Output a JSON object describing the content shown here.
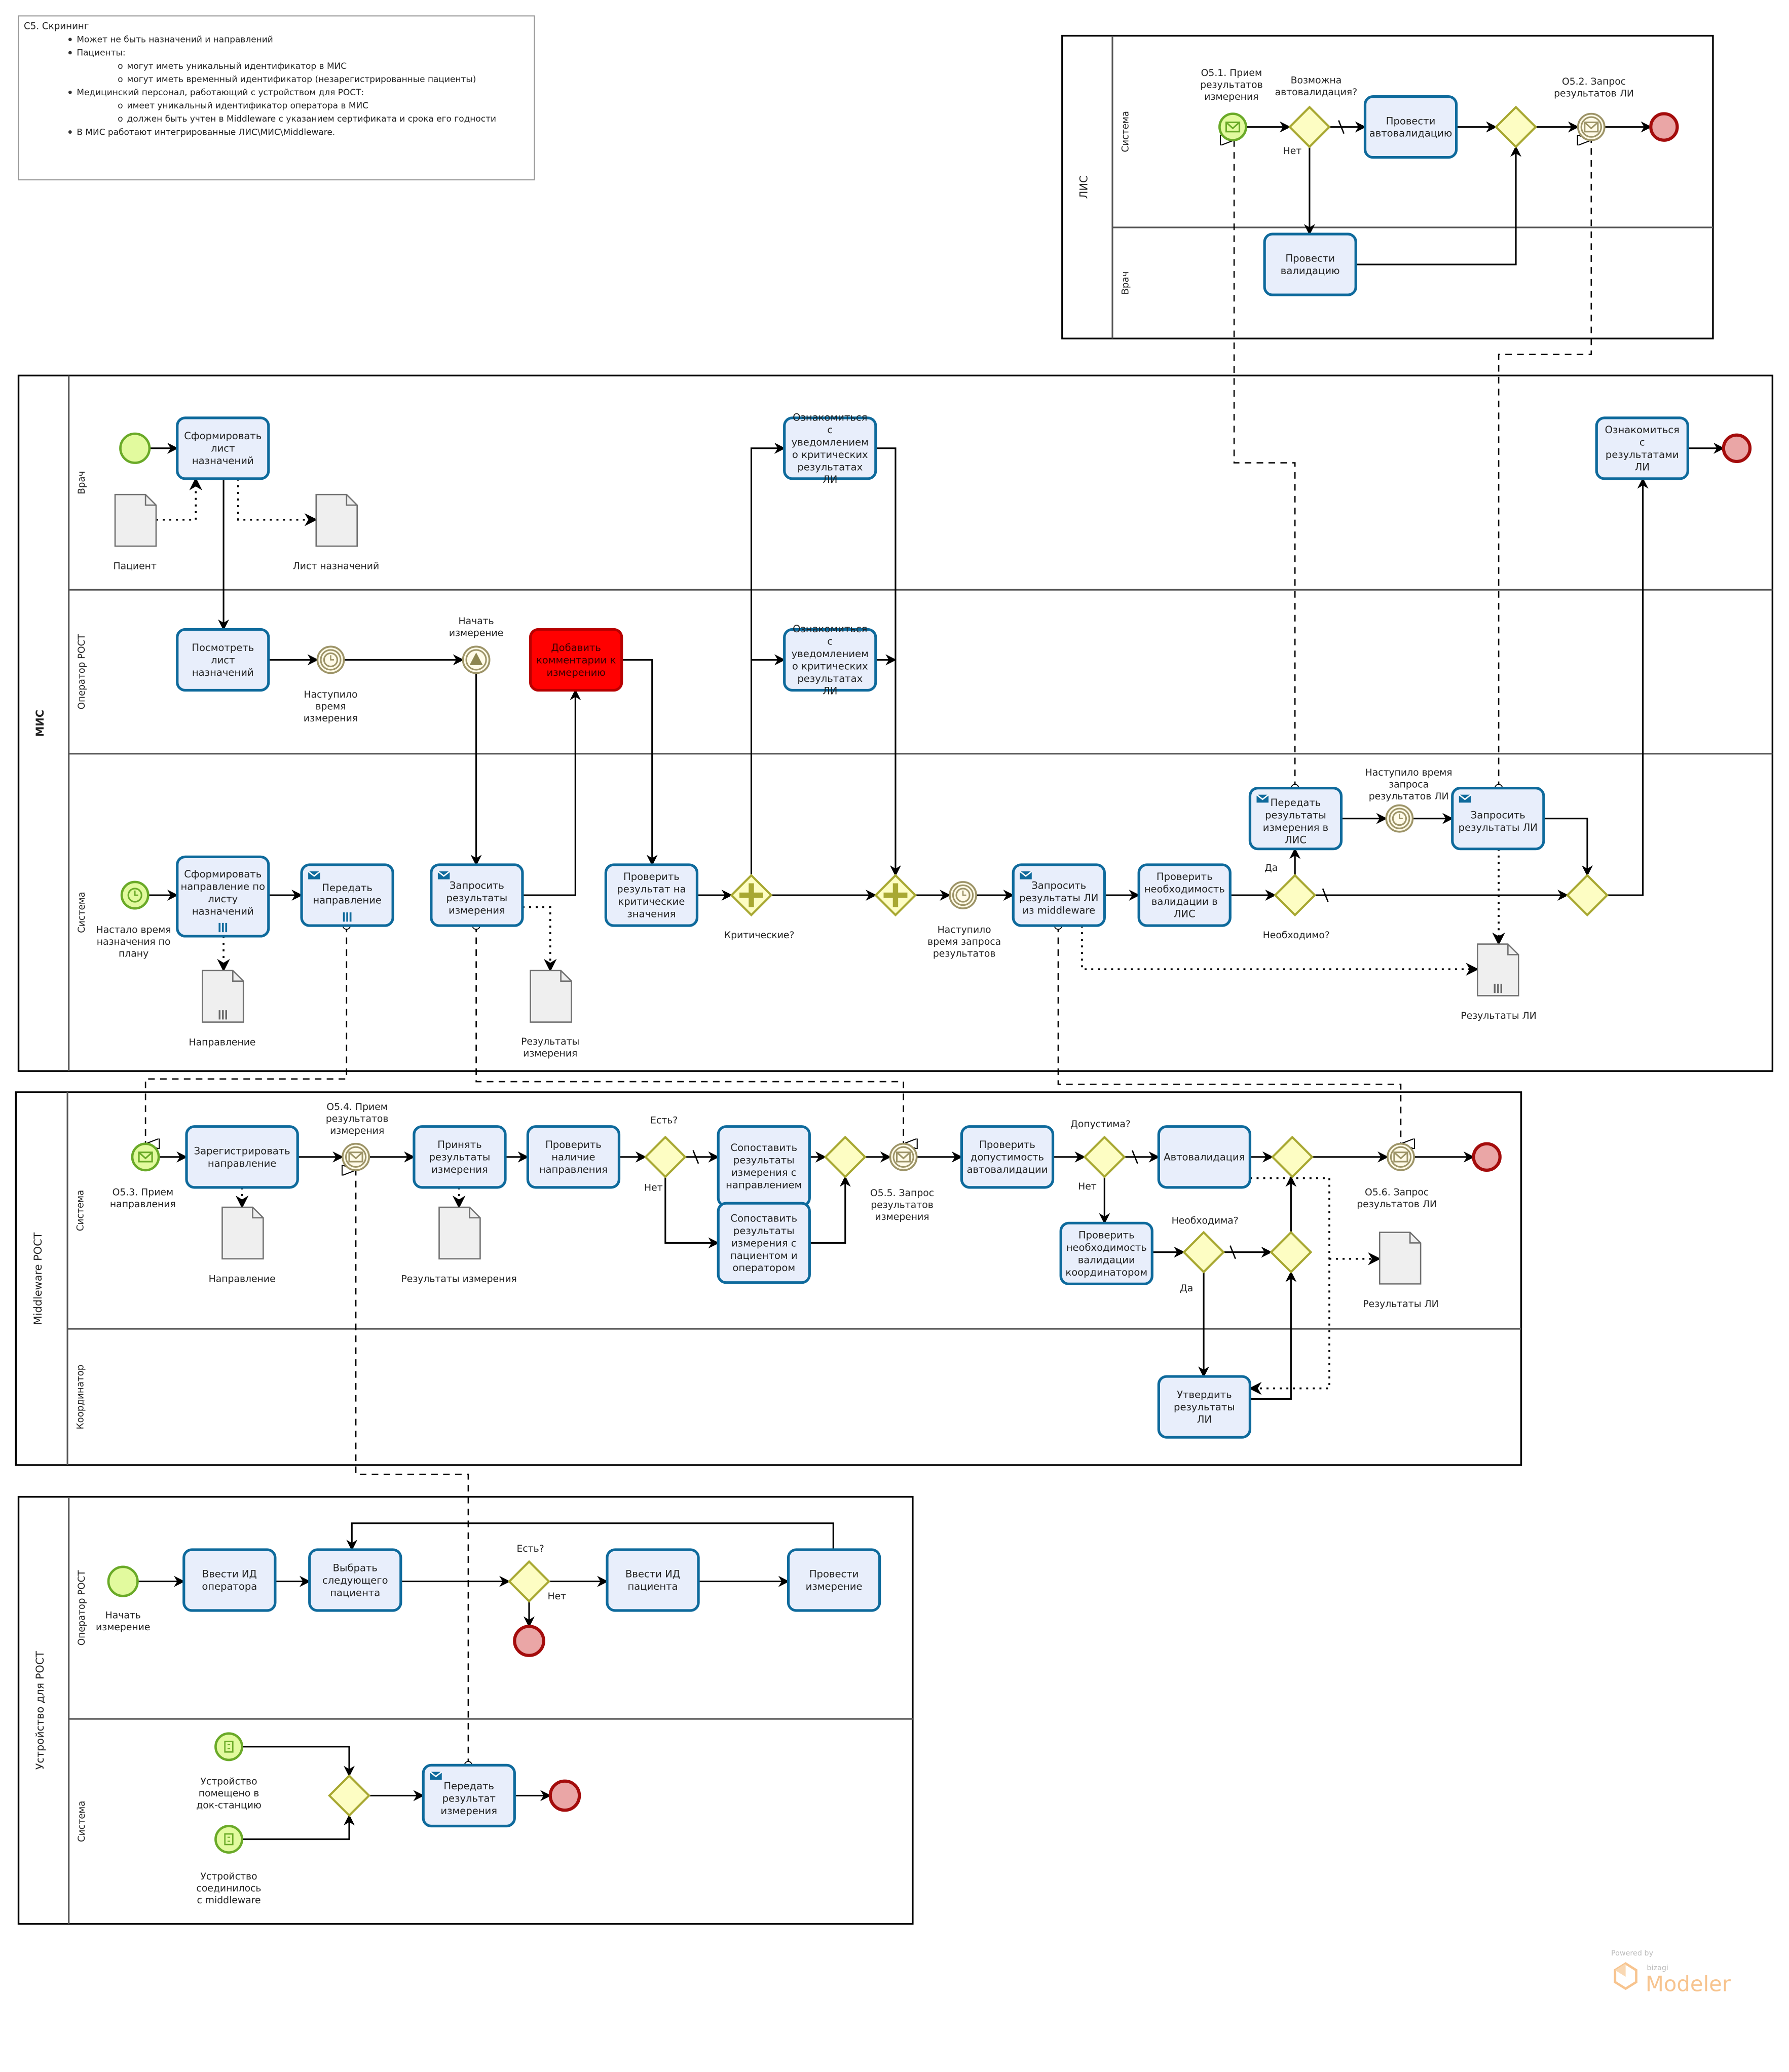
{
  "note": {
    "title": "С5. Скрининг",
    "bullets": [
      {
        "level": 1,
        "text": "Может не быть назначений и направлений"
      },
      {
        "level": 1,
        "text": "Пациенты:"
      },
      {
        "level": 2,
        "text": "могут иметь уникальный идентификатор в МИС"
      },
      {
        "level": 2,
        "text": "могут иметь временный идентификатор (незарегистрированные пациенты)"
      },
      {
        "level": 1,
        "text": "Медицинский персонал, работающий с устройством для РОСТ:"
      },
      {
        "level": 2,
        "text": "имеет уникальный идентификатор оператора в МИС"
      },
      {
        "level": 2,
        "text": "должен быть учтен в Middleware с указанием сертификата и срока его годности"
      },
      {
        "level": 1,
        "text": "В МИС работают интегрированные ЛИС\\МИС\\Middleware."
      }
    ]
  },
  "pools": {
    "lis": {
      "name": "ЛИС",
      "lanes": [
        "Система",
        "Врач"
      ]
    },
    "mis": {
      "name": "МИС",
      "lanes": [
        "Врач",
        "Оператор РОСТ",
        "Система"
      ]
    },
    "mw": {
      "name": "Middleware РОСТ",
      "lanes": [
        "Система",
        "Координатор"
      ]
    },
    "dev": {
      "name": "Устройство для РОСТ",
      "lanes": [
        "Оператор РОСТ",
        "Система"
      ]
    }
  },
  "tasks": {
    "lis_autoval": "Провести автовалидацию",
    "lis_val": "Провести валидацию",
    "mis_form_list": "Сформировать лист назначений",
    "mis_view_list": "Посмотреть лист назначений",
    "mis_add_comment": "Добавить комментарии к измерению",
    "mis_notify_doc": "Ознакомиться с уведомлением о критических результатах ЛИ",
    "mis_notify_op": "Ознакомиться с уведомлением о критических результатах ЛИ",
    "mis_read_results": "Ознакомиться с результатами ЛИ",
    "mis_form_dir": "Сформировать направление по листу назначений",
    "mis_send_dir": "Передать направление",
    "mis_req_meas": "Запросить результаты измерения",
    "mis_check_crit": "Проверить результат на критические значения",
    "mis_req_li_mw": "Запросить результаты ЛИ из middleware",
    "mis_check_val": "Проверить необходимость валидации в ЛИС",
    "mis_send_lis": "Передать результаты измерения в ЛИС",
    "mis_req_li": "Запросить результаты ЛИ",
    "mw_register": "Зарегистрировать направление",
    "mw_accept": "Принять результаты измерения",
    "mw_check_dir": "Проверить наличие направления",
    "mw_match_dir": "Сопоставить результаты измерения с направлением",
    "mw_match_pat": "Сопоставить результаты измерения с пациентом и оператором",
    "mw_check_auto": "Проверить допустимость автовалидации",
    "mw_autoval": "Автовалидация",
    "mw_check_coord": "Проверить необходимость валидации координатором",
    "mw_approve": "Утвердить результаты ЛИ",
    "dev_enter_op": "Ввести ИД оператора",
    "dev_select": "Выбрать следующего пациента",
    "dev_enter_pat": "Ввести ИД пациента",
    "dev_measure": "Провести измерение",
    "dev_send": "Передать результат измерения"
  },
  "labels": {
    "lis_recv": "О5.1. Прием результатов измерения",
    "lis_gw_auto": "Возможна автовалидация?",
    "lis_no": "Нет",
    "lis_req": "О5.2. Запрос результатов ЛИ",
    "doc_patient": "Пациент",
    "doc_list": "Лист назначений",
    "timer_meas": "Наступило время измерения",
    "start_meas": "Начать измерение",
    "start_plan": "Настало время назначения по плану",
    "doc_dir": "Направление",
    "doc_meas": "Результаты измерения",
    "gw_crit": "Критические?",
    "timer_req": "Наступило время запроса результатов",
    "gw_need": "Необходимо?",
    "yes": "Да",
    "timer_req_li": "Наступило время запроса результатов ЛИ",
    "doc_li": "Результаты ЛИ",
    "mw_recv_dir": "О5.3. Прием направления",
    "mw_recv_meas": "О5.4. Прием результатов измерения",
    "mw_doc_dir": "Направление",
    "mw_doc_meas": "Результаты измерения",
    "mw_gw_exists": "Есть?",
    "mw_no": "Нет",
    "mw_req_meas": "О5.5. Запрос результатов измерения",
    "mw_gw_allowed": "Допустима?",
    "mw_no2": "Нет",
    "mw_gw_needed": "Необходима?",
    "mw_yes": "Да",
    "mw_req_li": "О5.6. Запрос результатов ЛИ",
    "mw_doc_li": "Результаты ЛИ",
    "dev_start": "Начать измерение",
    "dev_gw": "Есть?",
    "dev_no": "Нет",
    "dev_docked": "Устройство помещено в док-станцию",
    "dev_connected": "Устройство соединилось с middleware"
  },
  "branding": {
    "powered_by": "Powered by",
    "vendor": "bizagi",
    "product": "Modeler"
  },
  "colors": {
    "task_fill": "#e8eefb",
    "task_stroke": "#0e6a9c",
    "alert_task": "#ff0000",
    "gateway_fill": "#fdfdc3",
    "start_fill": "#e2fa9e",
    "end_fill": "#eaa6a6",
    "brand": "#f7c48f"
  }
}
